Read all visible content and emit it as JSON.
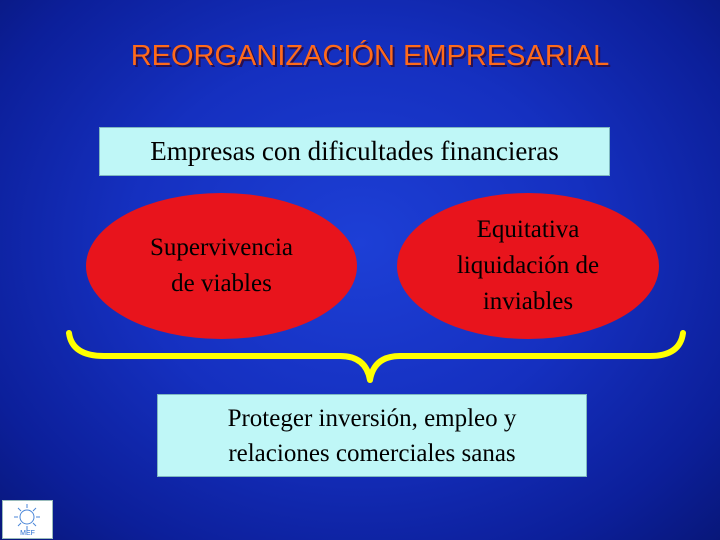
{
  "title": "REORGANIZACIÓN EMPRESARIAL",
  "top_box": "Empresas con dificultades financieras",
  "left_ellipse": {
    "line1": "Supervivencia",
    "line2": "de viables"
  },
  "right_ellipse": {
    "line1": "Equitativa",
    "line2": "liquidación de",
    "line3": "inviables"
  },
  "bottom_box": {
    "line1": "Proteger inversión, empleo y",
    "line2": "relaciones comerciales sanas"
  },
  "logo": {
    "text": "MEF",
    "icon": "sun-emblem-icon"
  },
  "colors": {
    "background": "#1530c0",
    "title": "#ff6a1a",
    "box_fill": "#bff7f7",
    "ellipse_fill": "#e8141c",
    "brace": "#ffff00"
  }
}
